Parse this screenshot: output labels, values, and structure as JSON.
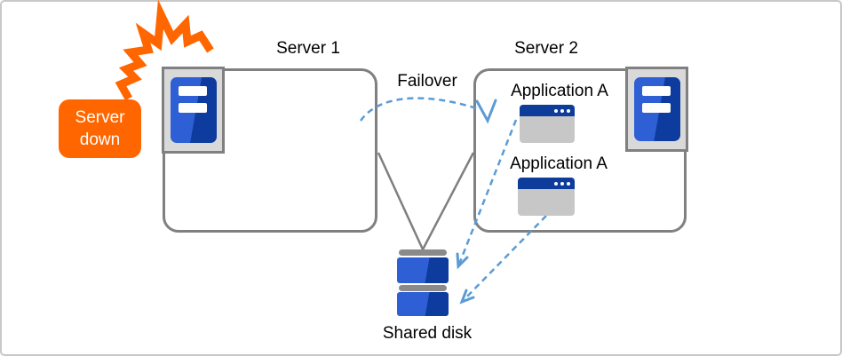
{
  "alert_badge": {
    "line1": "Server",
    "line2": "down"
  },
  "servers": [
    {
      "label": "Server 1"
    },
    {
      "label": "Server 2"
    }
  ],
  "failover_label": "Failover",
  "applications": [
    {
      "label": "Application A"
    },
    {
      "label": "Application A"
    }
  ],
  "shared_disk": {
    "label": "Shared disk"
  },
  "colors": {
    "alert_orange": "#FF6600",
    "box_border_gray": "#808080",
    "connector_gray": "#7F7F7F",
    "connector_dashed_blue": "#5B9BD5",
    "device_blue_light": "#2E5FD4",
    "device_blue_dark": "#0D3C9E",
    "icon_frame_gray": "#D9D9D9",
    "window_body_gray": "#C7C7C7",
    "disk_cap_gray": "#8A8A8A"
  },
  "icons": {
    "burst": "explosion-burst-icon",
    "server": "server-tower-icon",
    "application": "application-window-icon",
    "disk": "shared-disk-icon"
  }
}
